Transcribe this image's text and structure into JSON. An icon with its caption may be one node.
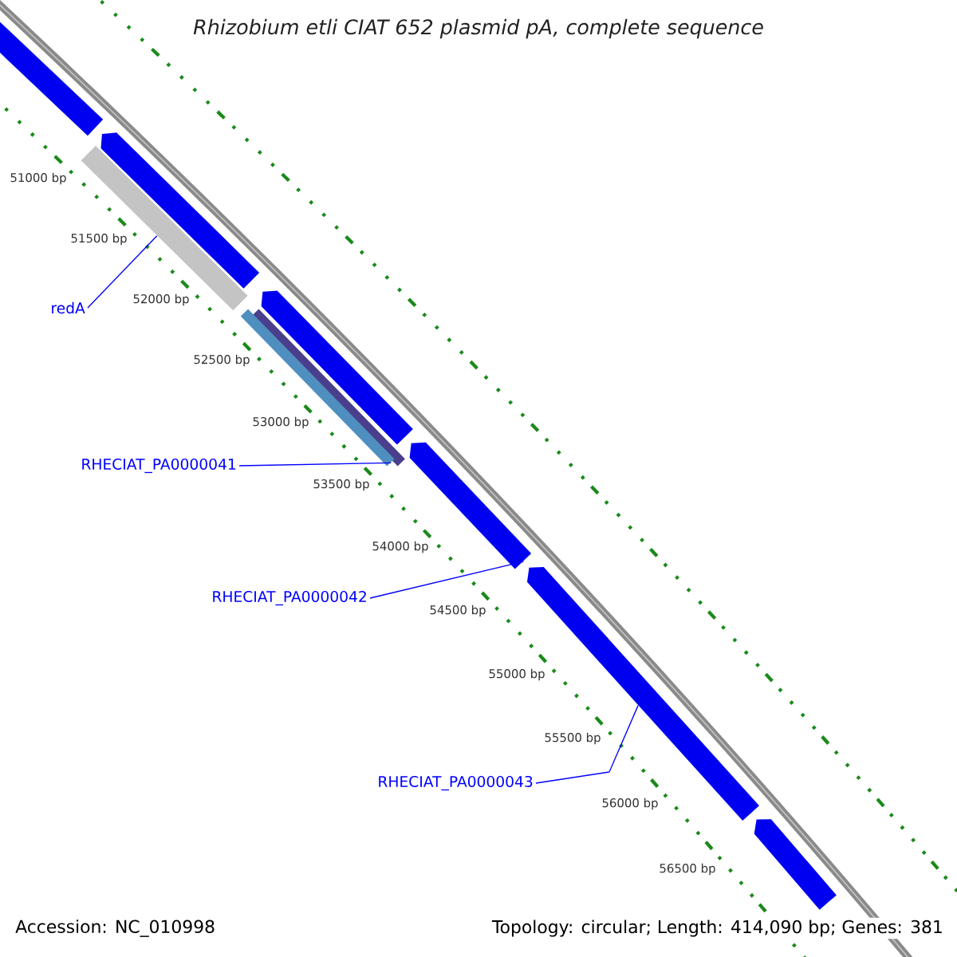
{
  "diagram": {
    "title": "Rhizobium etli CIAT 652 plasmid pA, complete sequence",
    "nodes": [
      {
        "text": [],
        "shape": "bar"
      },
      {
        "text": [],
        "shape": "bar"
      },
      {
        "text": [],
        "shape": "bar"
      },
      {
        "text": [],
        "shape": "bar"
      },
      {
        "text": [],
        "shape": "bar"
      },
      {
        "text": [],
        "shape": "bar"
      },
      {
        "text": [],
        "shape": "bar"
      },
      {
        "text": [],
        "shape": "bar"
      },
      {
        "text": [],
        "shape": "bar"
      },
      {
        "text": [
          "redA"
        ]
      },
      {
        "text": [
          "RHECIAT_PA0000041"
        ]
      },
      {
        "text": [
          "RHECIAT_PA0000042"
        ]
      },
      {
        "text": [
          "RHECIAT_PA0000043"
        ]
      }
    ],
    "edges": [
      {
        "from": 9,
        "to": 2,
        "arrow": "none"
      },
      {
        "from": 10,
        "to": 5,
        "arrow": "none"
      },
      {
        "from": 11,
        "to": 6,
        "arrow": "none"
      },
      {
        "from": 12,
        "to": 7,
        "arrow": "none"
      }
    ],
    "labels": [
      "51000 bp",
      "51500 bp",
      "52000 bp",
      "52500 bp",
      "53000 bp",
      "53500 bp",
      "54000 bp",
      "54500 bp",
      "55000 bp",
      "55500 bp",
      "56000 bp",
      "56500 bp",
      "Accession: NC_010998",
      "Topology: circular; Length: 414,090 bp; Genes: 381"
    ]
  }
}
